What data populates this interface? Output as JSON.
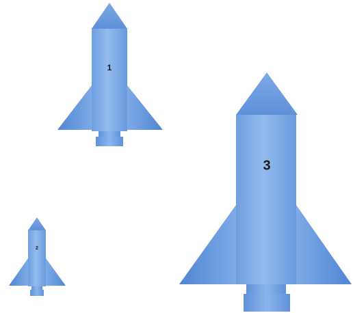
{
  "rockets": [
    {
      "label": "1"
    },
    {
      "label": "2"
    },
    {
      "label": "3"
    }
  ],
  "colors": {
    "body_light": "#8fb8ec",
    "body_mid": "#6d9fe0",
    "body_dark": "#4f86d2",
    "outline": "#5a8ed6",
    "background": "#ffffff"
  }
}
